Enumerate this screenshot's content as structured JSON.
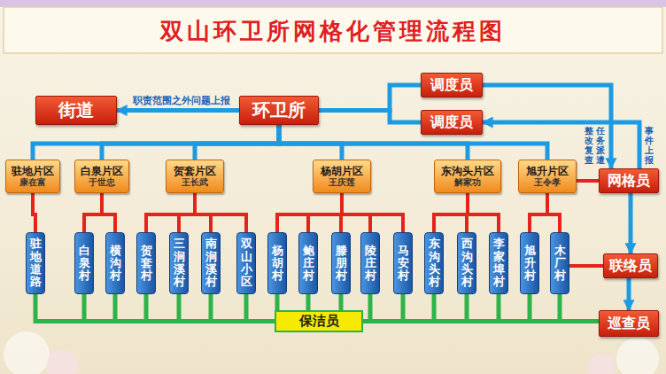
{
  "diagram": {
    "title": "双山环卫所网格化管理流程图",
    "nodes": [
      {
        "text": [
          "街道"
        ]
      },
      {
        "text": [
          "环卫所"
        ]
      },
      {
        "text": [
          "调度员"
        ]
      },
      {
        "text": [
          "调度员"
        ]
      },
      {
        "text": [
          "驻地片区",
          "康在富"
        ]
      },
      {
        "text": [
          "白泉片区",
          "于世忠"
        ]
      },
      {
        "text": [
          "贺套片区",
          "王长武"
        ]
      },
      {
        "text": [
          "杨胡片区",
          "王庆莲"
        ]
      },
      {
        "text": [
          "东沟头片区",
          "解家功"
        ]
      },
      {
        "text": [
          "旭升片区",
          "王令孝"
        ]
      },
      {
        "text": [
          "网格员"
        ]
      },
      {
        "text": [
          "驻地道路"
        ]
      },
      {
        "text": [
          "白泉村"
        ]
      },
      {
        "text": [
          "横沟村"
        ]
      },
      {
        "text": [
          "贺套村"
        ]
      },
      {
        "text": [
          "三涧溪村"
        ]
      },
      {
        "text": [
          "南涧溪村"
        ]
      },
      {
        "text": [
          "双山小区"
        ]
      },
      {
        "text": [
          "杨胡村"
        ]
      },
      {
        "text": [
          "鲍庄村"
        ]
      },
      {
        "text": [
          "滕朋村"
        ]
      },
      {
        "text": [
          "陵庄村"
        ]
      },
      {
        "text": [
          "马安村"
        ]
      },
      {
        "text": [
          "东沟头村"
        ]
      },
      {
        "text": [
          "西沟头村"
        ]
      },
      {
        "text": [
          "李家埠村"
        ]
      },
      {
        "text": [
          "旭升村"
        ]
      },
      {
        "text": [
          "木厂村"
        ]
      },
      {
        "text": [
          "联络员"
        ]
      },
      {
        "text": [
          "保洁员"
        ]
      },
      {
        "text": [
          "巡查员"
        ]
      }
    ],
    "edges": [
      {
        "from": 1,
        "to": 0,
        "arrow": "to",
        "label": "职责范围之外问题上报"
      },
      {
        "from": 1,
        "to": 2,
        "arrow": "none"
      },
      {
        "from": 1,
        "to": 3,
        "arrow": "none"
      },
      {
        "from": 2,
        "to": 10,
        "arrow": "to",
        "label": "任务派遣"
      },
      {
        "from": 10,
        "to": 3,
        "arrow": "to",
        "label": "事件上报"
      },
      {
        "from": 1,
        "to": 4,
        "arrow": "none"
      },
      {
        "from": 1,
        "to": 5,
        "arrow": "none"
      },
      {
        "from": 1,
        "to": 6,
        "arrow": "none"
      },
      {
        "from": 1,
        "to": 7,
        "arrow": "none"
      },
      {
        "from": 1,
        "to": 8,
        "arrow": "none"
      },
      {
        "from": 1,
        "to": 9,
        "arrow": "none"
      },
      {
        "from": 4,
        "to": 11,
        "arrow": "none"
      },
      {
        "from": 5,
        "to": 12,
        "arrow": "none"
      },
      {
        "from": 5,
        "to": 13,
        "arrow": "none"
      },
      {
        "from": 6,
        "to": 14,
        "arrow": "none"
      },
      {
        "from": 6,
        "to": 15,
        "arrow": "none"
      },
      {
        "from": 6,
        "to": 16,
        "arrow": "none"
      },
      {
        "from": 6,
        "to": 17,
        "arrow": "none"
      },
      {
        "from": 7,
        "to": 18,
        "arrow": "none"
      },
      {
        "from": 7,
        "to": 19,
        "arrow": "none"
      },
      {
        "from": 7,
        "to": 20,
        "arrow": "none"
      },
      {
        "from": 7,
        "to": 21,
        "arrow": "none"
      },
      {
        "from": 7,
        "to": 22,
        "arrow": "none"
      },
      {
        "from": 8,
        "to": 23,
        "arrow": "none"
      },
      {
        "from": 8,
        "to": 24,
        "arrow": "none"
      },
      {
        "from": 8,
        "to": 25,
        "arrow": "none"
      },
      {
        "from": 9,
        "to": 26,
        "arrow": "none"
      },
      {
        "from": 9,
        "to": 27,
        "arrow": "none"
      },
      {
        "from": 10,
        "to": 9,
        "arrow": "none"
      },
      {
        "from": 10,
        "to": 28,
        "arrow": "to"
      },
      {
        "from": 28,
        "to": 30,
        "arrow": "to"
      },
      {
        "from": 27,
        "to": 28,
        "arrow": "none"
      },
      {
        "from": 11,
        "to": 29,
        "arrow": "none"
      },
      {
        "from": 12,
        "to": 29,
        "arrow": "none"
      },
      {
        "from": 13,
        "to": 29,
        "arrow": "none"
      },
      {
        "from": 14,
        "to": 29,
        "arrow": "none"
      },
      {
        "from": 15,
        "to": 29,
        "arrow": "none"
      },
      {
        "from": 16,
        "to": 29,
        "arrow": "none"
      },
      {
        "from": 17,
        "to": 29,
        "arrow": "none"
      },
      {
        "from": 18,
        "to": 29,
        "arrow": "none"
      },
      {
        "from": 19,
        "to": 29,
        "arrow": "none"
      },
      {
        "from": 20,
        "to": 29,
        "arrow": "none"
      },
      {
        "from": 21,
        "to": 29,
        "arrow": "none"
      },
      {
        "from": 22,
        "to": 29,
        "arrow": "none"
      },
      {
        "from": 23,
        "to": 29,
        "arrow": "none"
      },
      {
        "from": 24,
        "to": 29,
        "arrow": "none"
      },
      {
        "from": 25,
        "to": 29,
        "arrow": "none"
      },
      {
        "from": 26,
        "to": 29,
        "arrow": "none"
      },
      {
        "from": 27,
        "to": 29,
        "arrow": "none"
      },
      {
        "from": 29,
        "to": 30,
        "arrow": "none"
      }
    ],
    "labels": [
      "整改复查"
    ]
  }
}
